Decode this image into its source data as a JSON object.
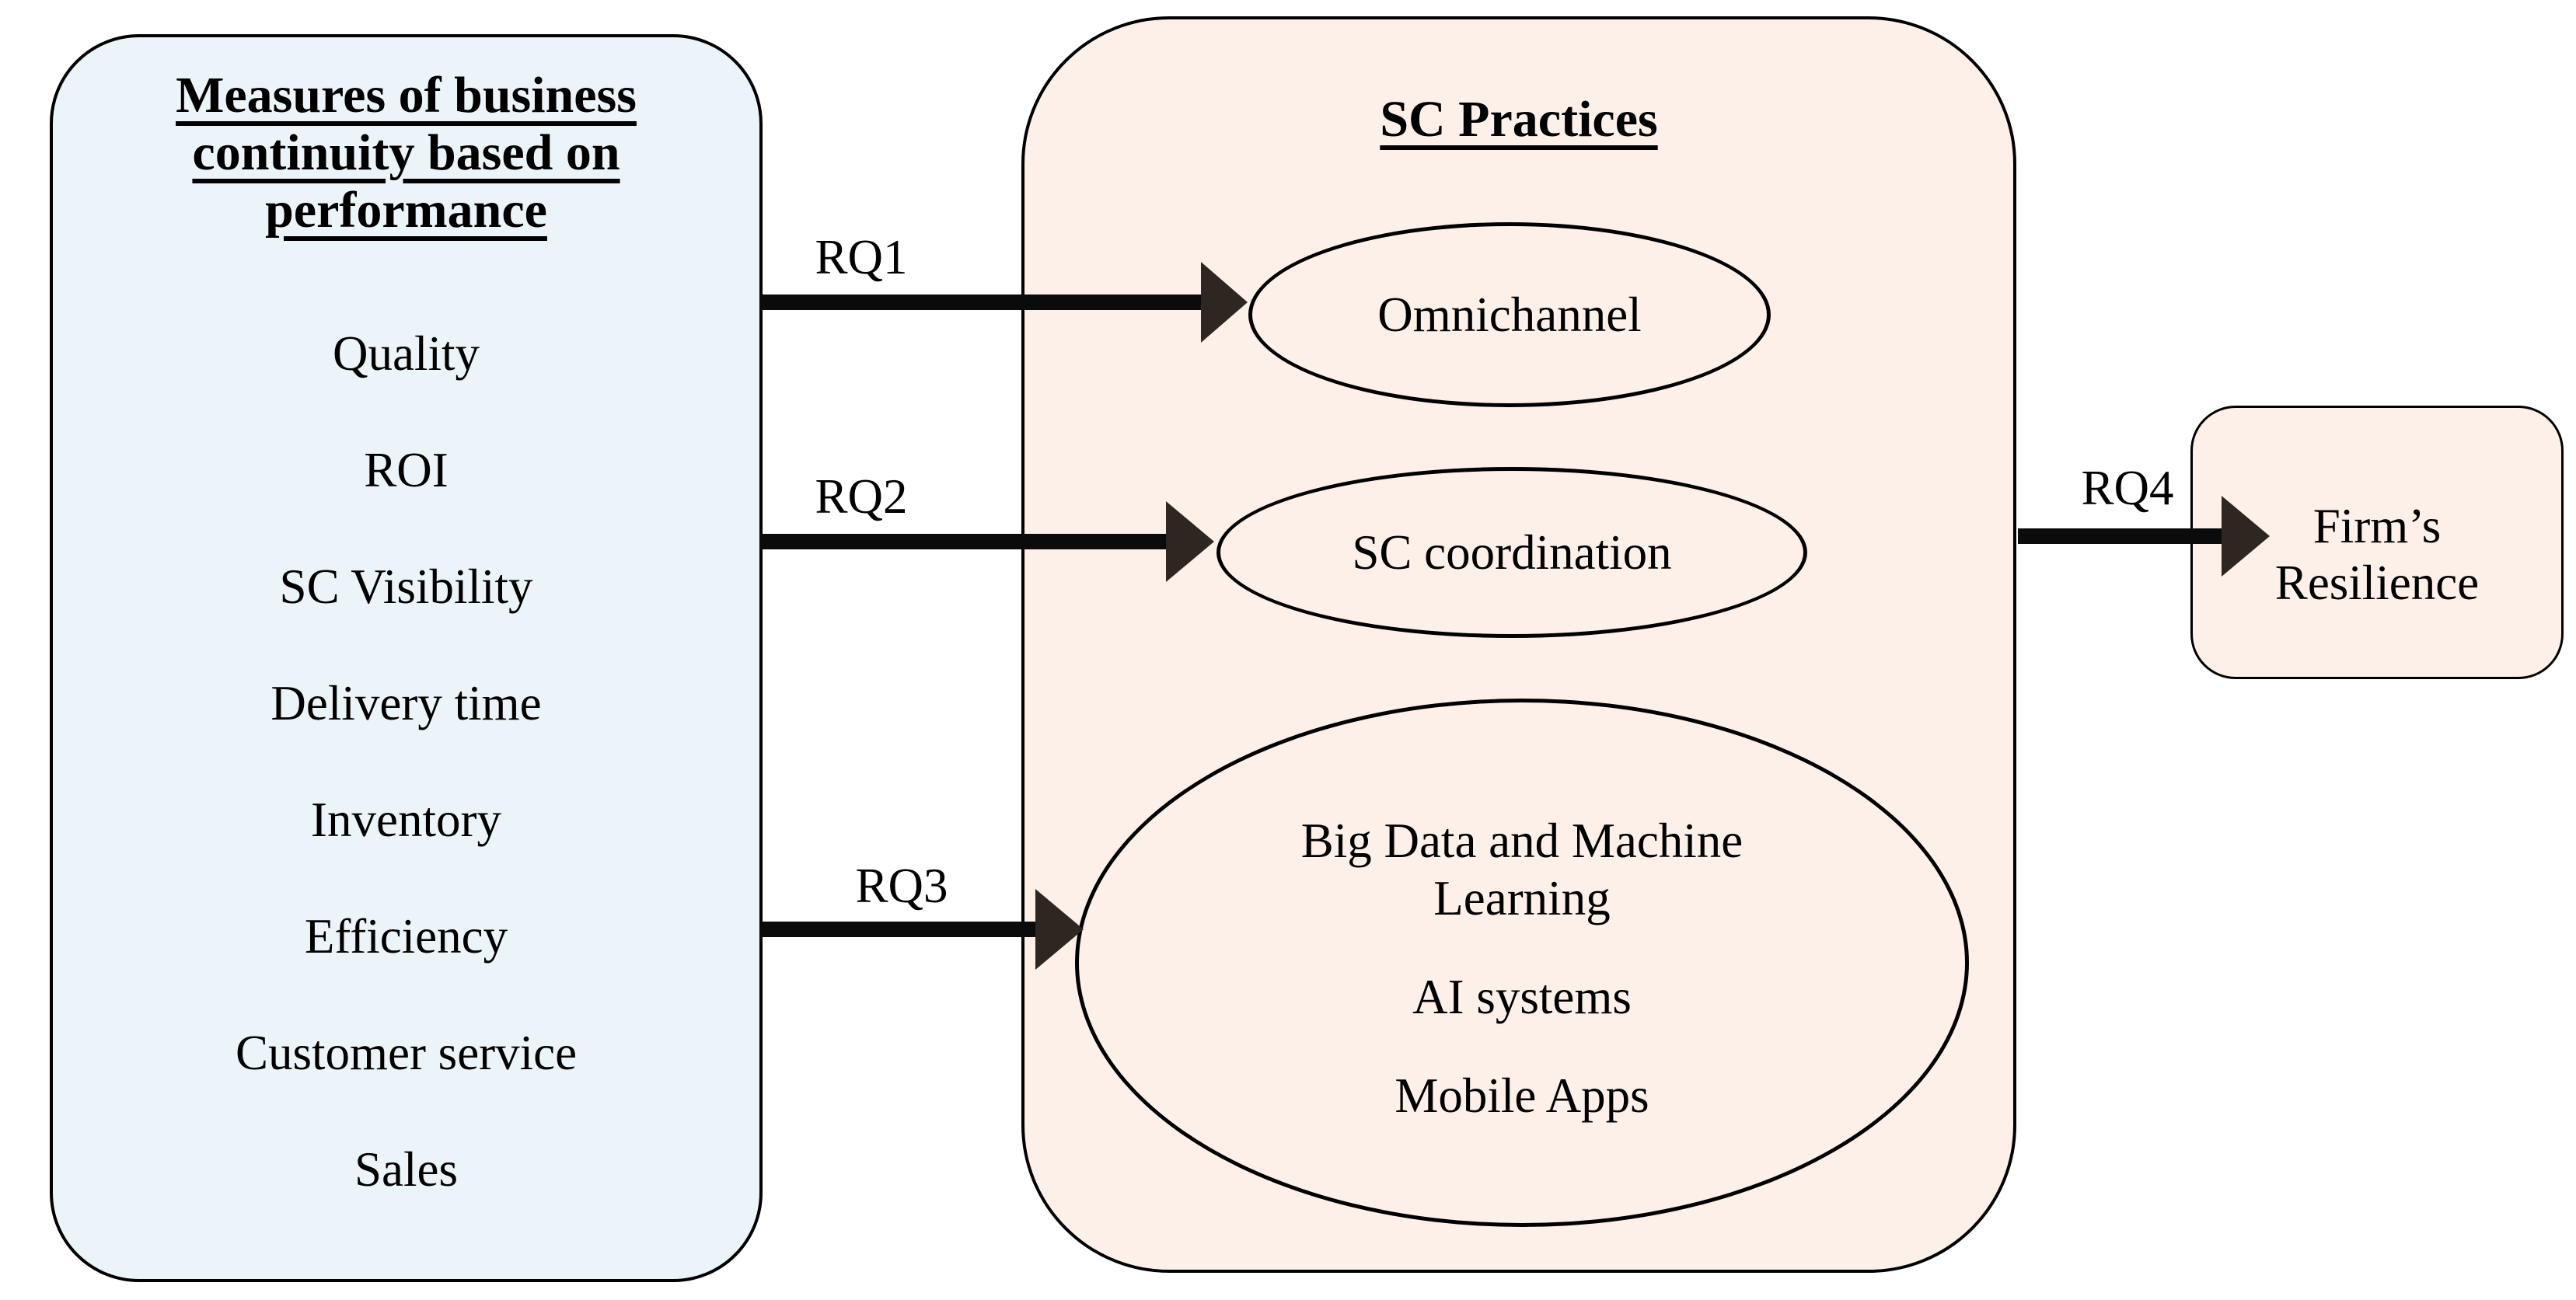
{
  "colors": {
    "left_box_fill": "#ebf4f8",
    "practice_box_fill": "#fdf0e9",
    "outcome_box_fill": "#fdf0e9",
    "outline": "#000000",
    "text": "#000000",
    "arrow_shaft": "#0b0b0b",
    "arrow_head": "#2e2721",
    "page_bg": "#ffffff"
  },
  "left_panel": {
    "title": "Measures of business continuity based on performance",
    "title_lines": [
      "Measures of business",
      "continuity based on",
      "performance"
    ],
    "items": [
      "Quality",
      "ROI",
      "SC Visibility",
      "Delivery time",
      "Inventory",
      "Efficiency",
      "Customer service",
      "Sales"
    ]
  },
  "practices_panel": {
    "title": "SC Practices",
    "ellipses": [
      {
        "name": "omnichannel",
        "lines": [
          "Omnichannel"
        ]
      },
      {
        "name": "sc-coordination",
        "lines": [
          "SC coordination"
        ]
      },
      {
        "name": "digital-technologies",
        "lines": [
          "Big Data and Machine",
          "Learning",
          "AI systems",
          "Mobile Apps"
        ]
      }
    ]
  },
  "outcome_box": {
    "text": "Firm’s Resilience",
    "lines": [
      "Firm’s",
      "Resilience"
    ]
  },
  "arrows": [
    {
      "label": "RQ1",
      "from": "measures-box",
      "to": "omnichannel-ellipse"
    },
    {
      "label": "RQ2",
      "from": "measures-box",
      "to": "sc-coordination-ellipse"
    },
    {
      "label": "RQ3",
      "from": "measures-box",
      "to": "digital-tech-ellipse"
    },
    {
      "label": "RQ4",
      "from": "sc-practices-box",
      "to": "firms-resilience-box"
    }
  ]
}
